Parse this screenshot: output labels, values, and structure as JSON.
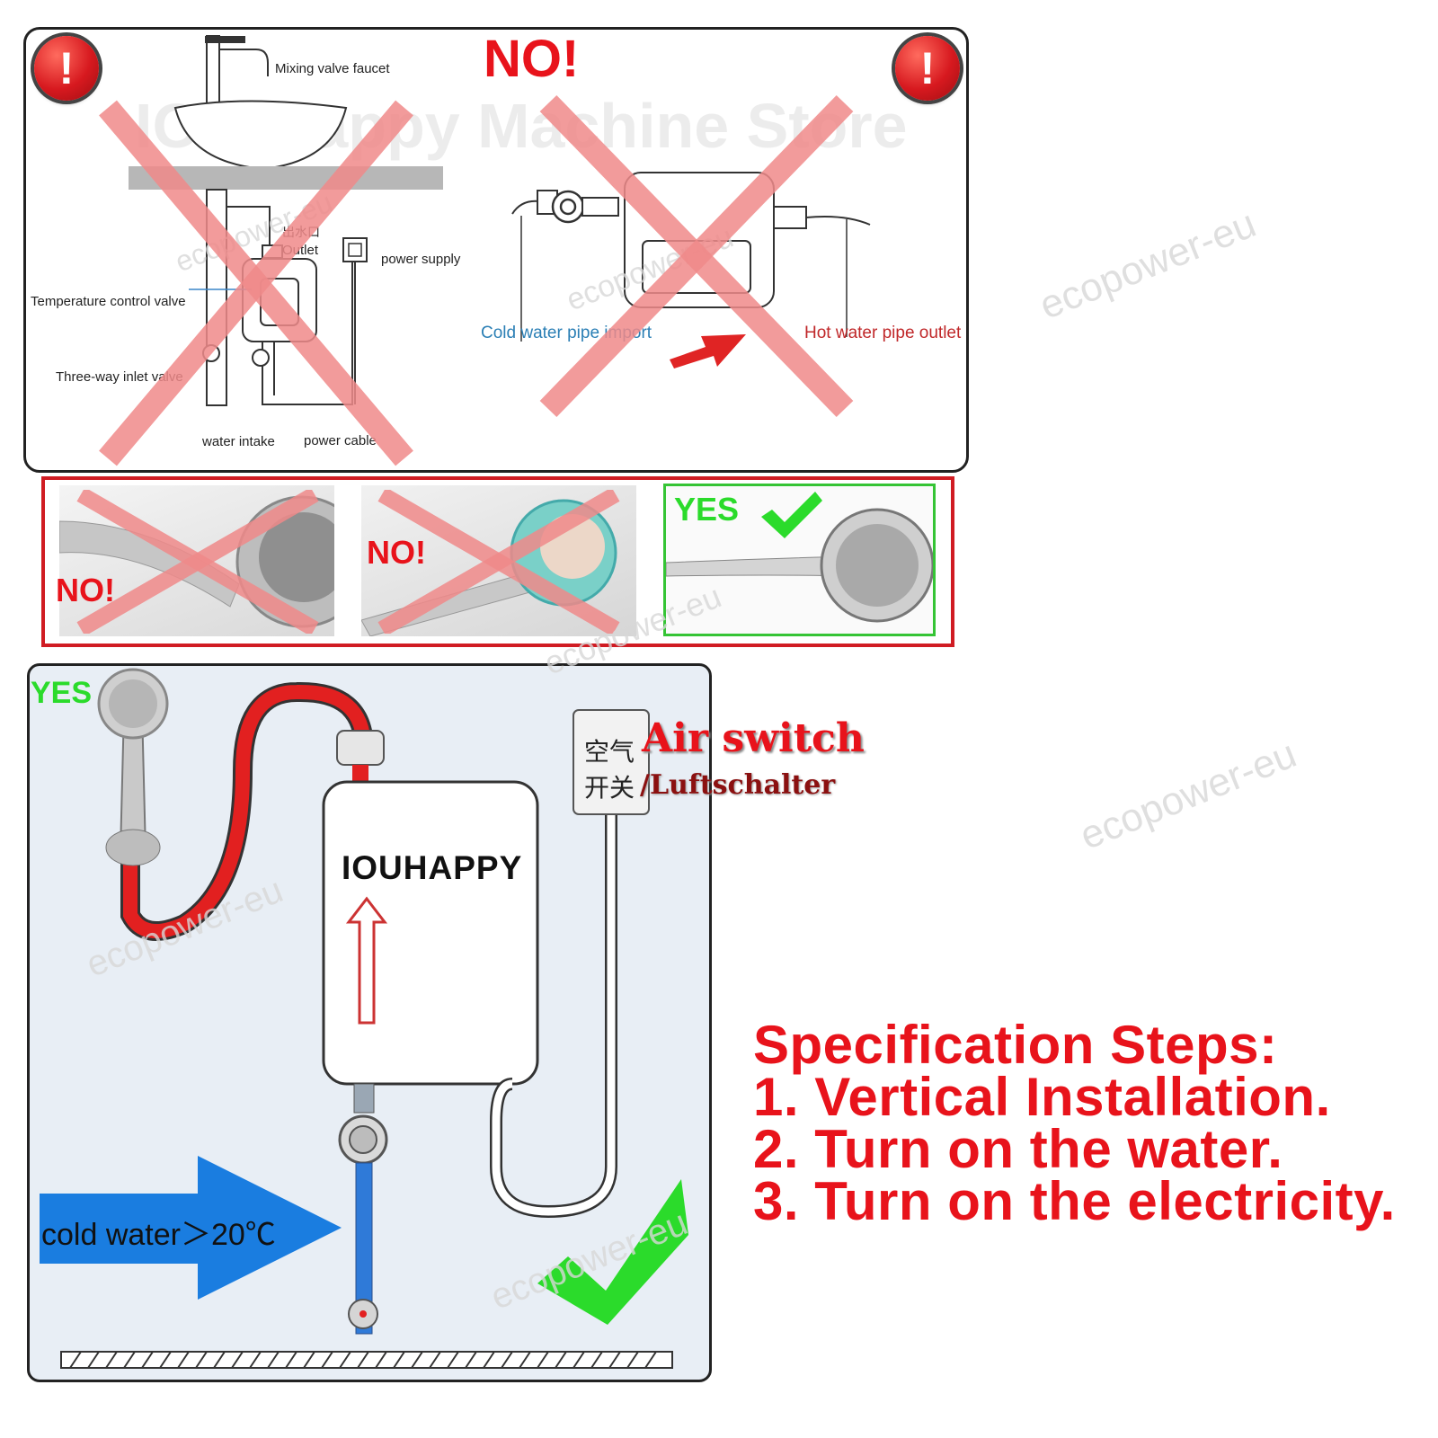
{
  "top_panel": {
    "no_label": "NO!",
    "warning_icon": "exclamation-icon",
    "labels": {
      "mixing_valve_faucet": "Mixing valve faucet",
      "outlet_cn": "出水口",
      "outlet": "Outlet",
      "power_supply": "power supply",
      "temperature_control_valve": "Temperature control valve",
      "three_way_inlet_valve": "Three-way inlet valve",
      "water_intake": "water intake",
      "power_cable": "power cable",
      "cold_water_pipe_import": "Cold water pipe import",
      "hot_water_pipe_outlet": "Hot water pipe outlet"
    }
  },
  "shower_heads": {
    "first_label": "NO!",
    "second_label": "NO!",
    "third_label": "YES"
  },
  "install_diagram": {
    "yes_label": "YES",
    "air_switch_cn_line1": "空气",
    "air_switch_cn_line2": "开关",
    "air_switch": "Air switch",
    "air_switch_de": "/Luftschalter",
    "brand": "IOUHAPPY",
    "cold_water": "cold water＞20℃"
  },
  "steps": {
    "title": "Specification Steps:",
    "step1": "1. Vertical Installation.",
    "step2": "2. Turn on the water.",
    "step3": "3. Turn on the electricity."
  },
  "watermarks": {
    "store": "IOU-Happy Machine Store",
    "site": "ecopower-eu"
  },
  "colors": {
    "red": "#e8131b",
    "cross": "#f08a8a",
    "green": "#2bdb2b",
    "blue": "#1a7de0",
    "hot_pipe": "#e22020",
    "cold_pipe": "#2f7ad8"
  }
}
